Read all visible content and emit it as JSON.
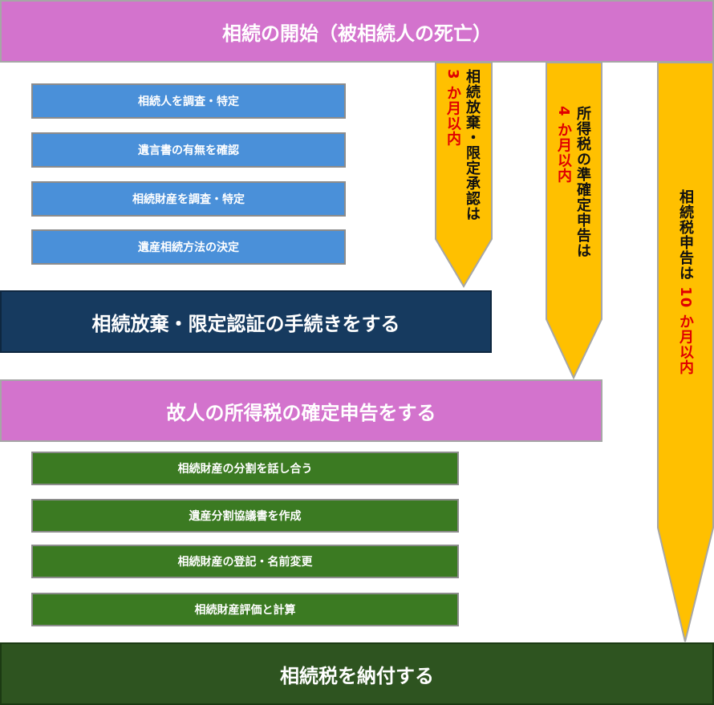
{
  "header": {
    "title": "相続の開始（被相続人の死亡）"
  },
  "steps_blue": [
    "相続人を調査・特定",
    "遺言書の有無を確認",
    "相続財産を調査・特定",
    "遺産相続方法の決定"
  ],
  "renounce": {
    "label": "相続放棄・限定認証の手続きをする"
  },
  "income": {
    "label": "故人の所得税の確定申告をする"
  },
  "steps_green": [
    "相続財産の分割を話し合う",
    "遺産分割協議書を作成",
    "相続財産の登記・名前変更",
    "相続財産評価と計算"
  ],
  "footer": {
    "label": "相続税を納付する"
  },
  "deadlines": {
    "renounce": {
      "line1": "相続",
      "line2": "放棄・限定承認は",
      "period": "3 か月以内"
    },
    "income_tax": {
      "line1": "所得税の準確定申告は",
      "period": "4 か月以内"
    },
    "inheritance_tax": {
      "line1": "相続税申告は",
      "period": "10 か月以内"
    }
  },
  "colors": {
    "header": "#d373cd",
    "blue_step": "#4a90d9",
    "renounce_bar": "#163a5f",
    "green_step": "#3b7a22",
    "footer": "#2e5420",
    "arrow": "#ffc000",
    "deadline_highlight": "#e00000"
  }
}
